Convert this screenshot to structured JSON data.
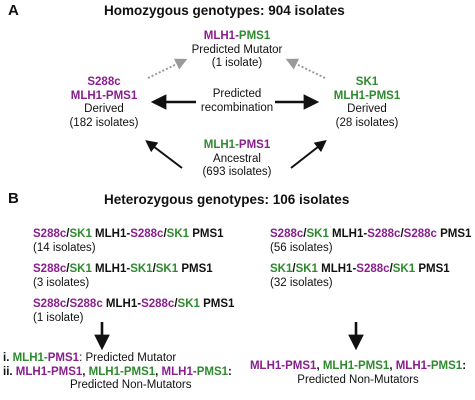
{
  "colors": {
    "purple": "#8a1e8f",
    "green": "#2e8a2e",
    "black": "#111111",
    "gray": "#9a9a9a"
  },
  "panel_a": {
    "letter": "A",
    "title": "Homozygous genotypes: 904 isolates",
    "top": {
      "mlh1": "MLH1",
      "dash": "-",
      "pms1": "PMS1",
      "label": "Predicted Mutator",
      "count": "(1 isolate)"
    },
    "left": {
      "strain": "S288c",
      "mlh1": "MLH1",
      "dash": "-",
      "pms1": "PMS1",
      "label": "Derived",
      "count": "(182 isolates)"
    },
    "right": {
      "strain": "SK1",
      "mlh1": "MLH1",
      "dash": "-",
      "pms1": "PMS1",
      "label": "Derived",
      "count": "(28 isolates)"
    },
    "center": {
      "line1": "Predicted",
      "line2": "recombination"
    },
    "bottom": {
      "mlh1": "MLH1",
      "dash": "-",
      "pms1": "PMS1",
      "label": "Ancestral",
      "count": "(693 isolates)"
    }
  },
  "panel_b": {
    "letter": "B",
    "title": "Heterozygous genotypes: 106 isolates",
    "left_entries": [
      {
        "s1": "S288c",
        "slash1": "/",
        "s2": "SK1",
        "gene1": " MLH1-",
        "s3": "S288c",
        "slash2": "/",
        "s4": "SK1",
        "gene2": " PMS1",
        "count": "(14 isolates)"
      },
      {
        "s1": "S288c",
        "slash1": "/",
        "s2": "SK1",
        "gene1": " MLH1-",
        "s3": "SK1",
        "slash2": "/",
        "s4": "SK1",
        "gene2": " PMS1",
        "count": "(3 isolates)"
      },
      {
        "s1": "S288c",
        "slash1": "/",
        "s2": "S288c",
        "gene1": " MLH1-",
        "s3": "S288c",
        "slash2": "/",
        "s4": "SK1",
        "gene2": " PMS1",
        "count": "(1 isolate)"
      }
    ],
    "right_entries": [
      {
        "s1": "S288c",
        "slash1": "/",
        "s2": "SK1",
        "gene1": " MLH1-",
        "s3": "S288c",
        "slash2": "/",
        "s4": "S288c",
        "gene2": " PMS1",
        "count": "(56 isolates)"
      },
      {
        "s1": "SK1",
        "slash1": "/",
        "s2": "SK1",
        "gene1": " MLH1-",
        "s3": "S288c",
        "slash2": "/",
        "s4": "SK1",
        "gene2": " PMS1",
        "count": "(32 isolates)"
      }
    ],
    "left_result": {
      "line1": {
        "num": "i.",
        "mlh1": "MLH1",
        "dash": "-",
        "pms1": "PMS1",
        "rest": ": Predicted Mutator"
      },
      "line2": {
        "num": "ii.",
        "g1_mlh1": "MLH1",
        "g1_dash": "-",
        "g1_pms1": "PMS1",
        "sep1": ", ",
        "g2_mlh1": "MLH1",
        "g2_dash": "-",
        "g2_pms1": "PMS1",
        "sep2": ", ",
        "g3_mlh1": "MLH1",
        "g3_dash": "-",
        "g3_pms1": "PMS1",
        "end": ":"
      },
      "line3": "Predicted Non-Mutators"
    },
    "right_result": {
      "line1": {
        "g1_mlh1": "MLH1",
        "g1_dash": "-",
        "g1_pms1": "PMS1",
        "sep1": ", ",
        "g2_mlh1": "MLH1",
        "g2_dash": "-",
        "g2_pms1": "PMS1",
        "sep2": ", ",
        "g3_mlh1": "MLH1",
        "g3_dash": "-",
        "g3_pms1": "PMS1",
        "end": ":"
      },
      "line2": "Predicted Non-Mutators"
    }
  }
}
